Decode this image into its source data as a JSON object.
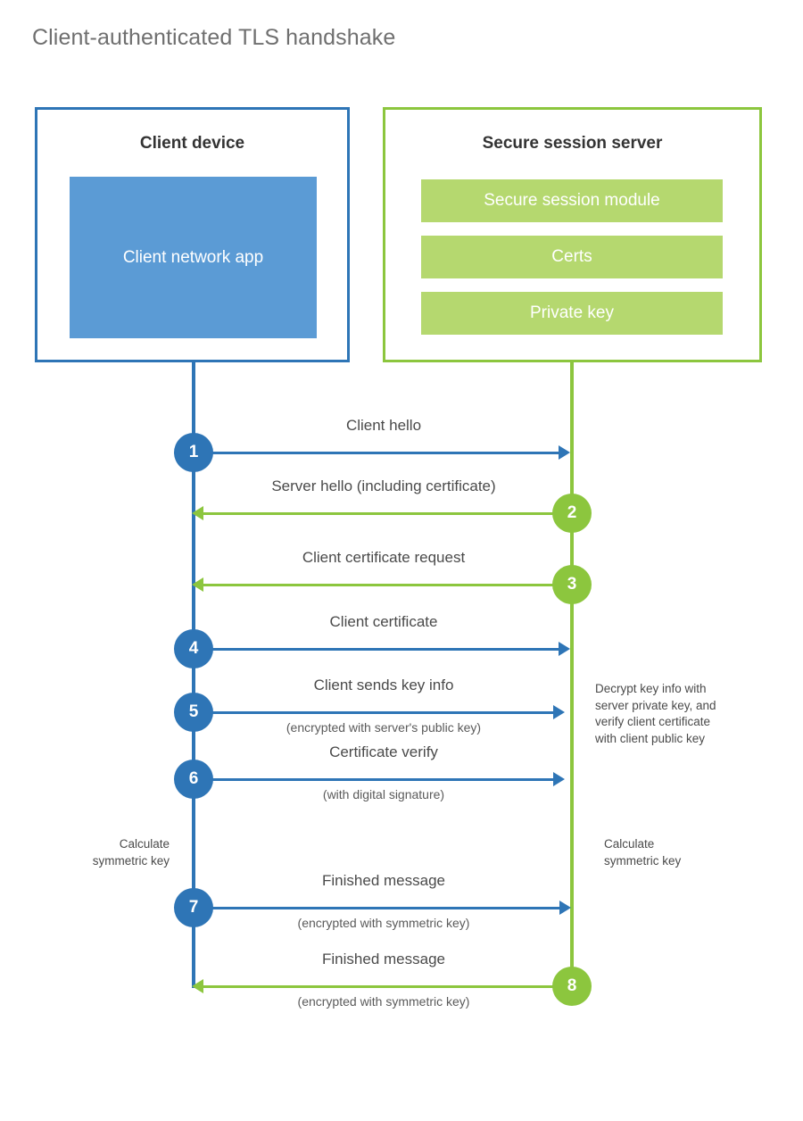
{
  "title": "Client-authenticated TLS handshake",
  "colors": {
    "client_border": "#2E75B6",
    "client_fill": "#5B9BD5",
    "server_border": "#8CC63E",
    "server_row_fill": "#B5D86F",
    "text": "#4a4a4a"
  },
  "client": {
    "title": "Client device",
    "app_label": "Client network app"
  },
  "server": {
    "title": "Secure session server",
    "rows": [
      {
        "label": "Secure session module"
      },
      {
        "label": "Certs"
      },
      {
        "label": "Private key"
      }
    ]
  },
  "steps": [
    {
      "number": "1",
      "direction": "client-to-server",
      "actor": "client",
      "label": "Client hello",
      "sublabel": ""
    },
    {
      "number": "2",
      "direction": "server-to-client",
      "actor": "server",
      "label": "Server hello (including certificate)",
      "sublabel": ""
    },
    {
      "number": "3",
      "direction": "server-to-client",
      "actor": "server",
      "label": "Client certificate request",
      "sublabel": ""
    },
    {
      "number": "4",
      "direction": "client-to-server",
      "actor": "client",
      "label": "Client certificate",
      "sublabel": ""
    },
    {
      "number": "5",
      "direction": "client-to-server",
      "actor": "client",
      "label": "Client sends key info",
      "sublabel": "(encrypted with server's public key)"
    },
    {
      "number": "6",
      "direction": "client-to-server",
      "actor": "client",
      "label": "Certificate verify",
      "sublabel": "(with digital signature)"
    },
    {
      "number": "7",
      "direction": "client-to-server",
      "actor": "client",
      "label": "Finished message",
      "sublabel": "(encrypted with symmetric key)"
    },
    {
      "number": "8",
      "direction": "server-to-client",
      "actor": "server",
      "label": "Finished message",
      "sublabel": "(encrypted with symmetric key)"
    }
  ],
  "annotations": {
    "server_decrypt": {
      "lines": [
        "Decrypt key info with",
        "server private key, and",
        "verify client certificate",
        "with client public key"
      ]
    },
    "client_calculate": {
      "lines": [
        "Calculate",
        "symmetric key"
      ]
    },
    "server_calculate": {
      "lines": [
        "Calculate",
        "symmetric key"
      ]
    }
  }
}
